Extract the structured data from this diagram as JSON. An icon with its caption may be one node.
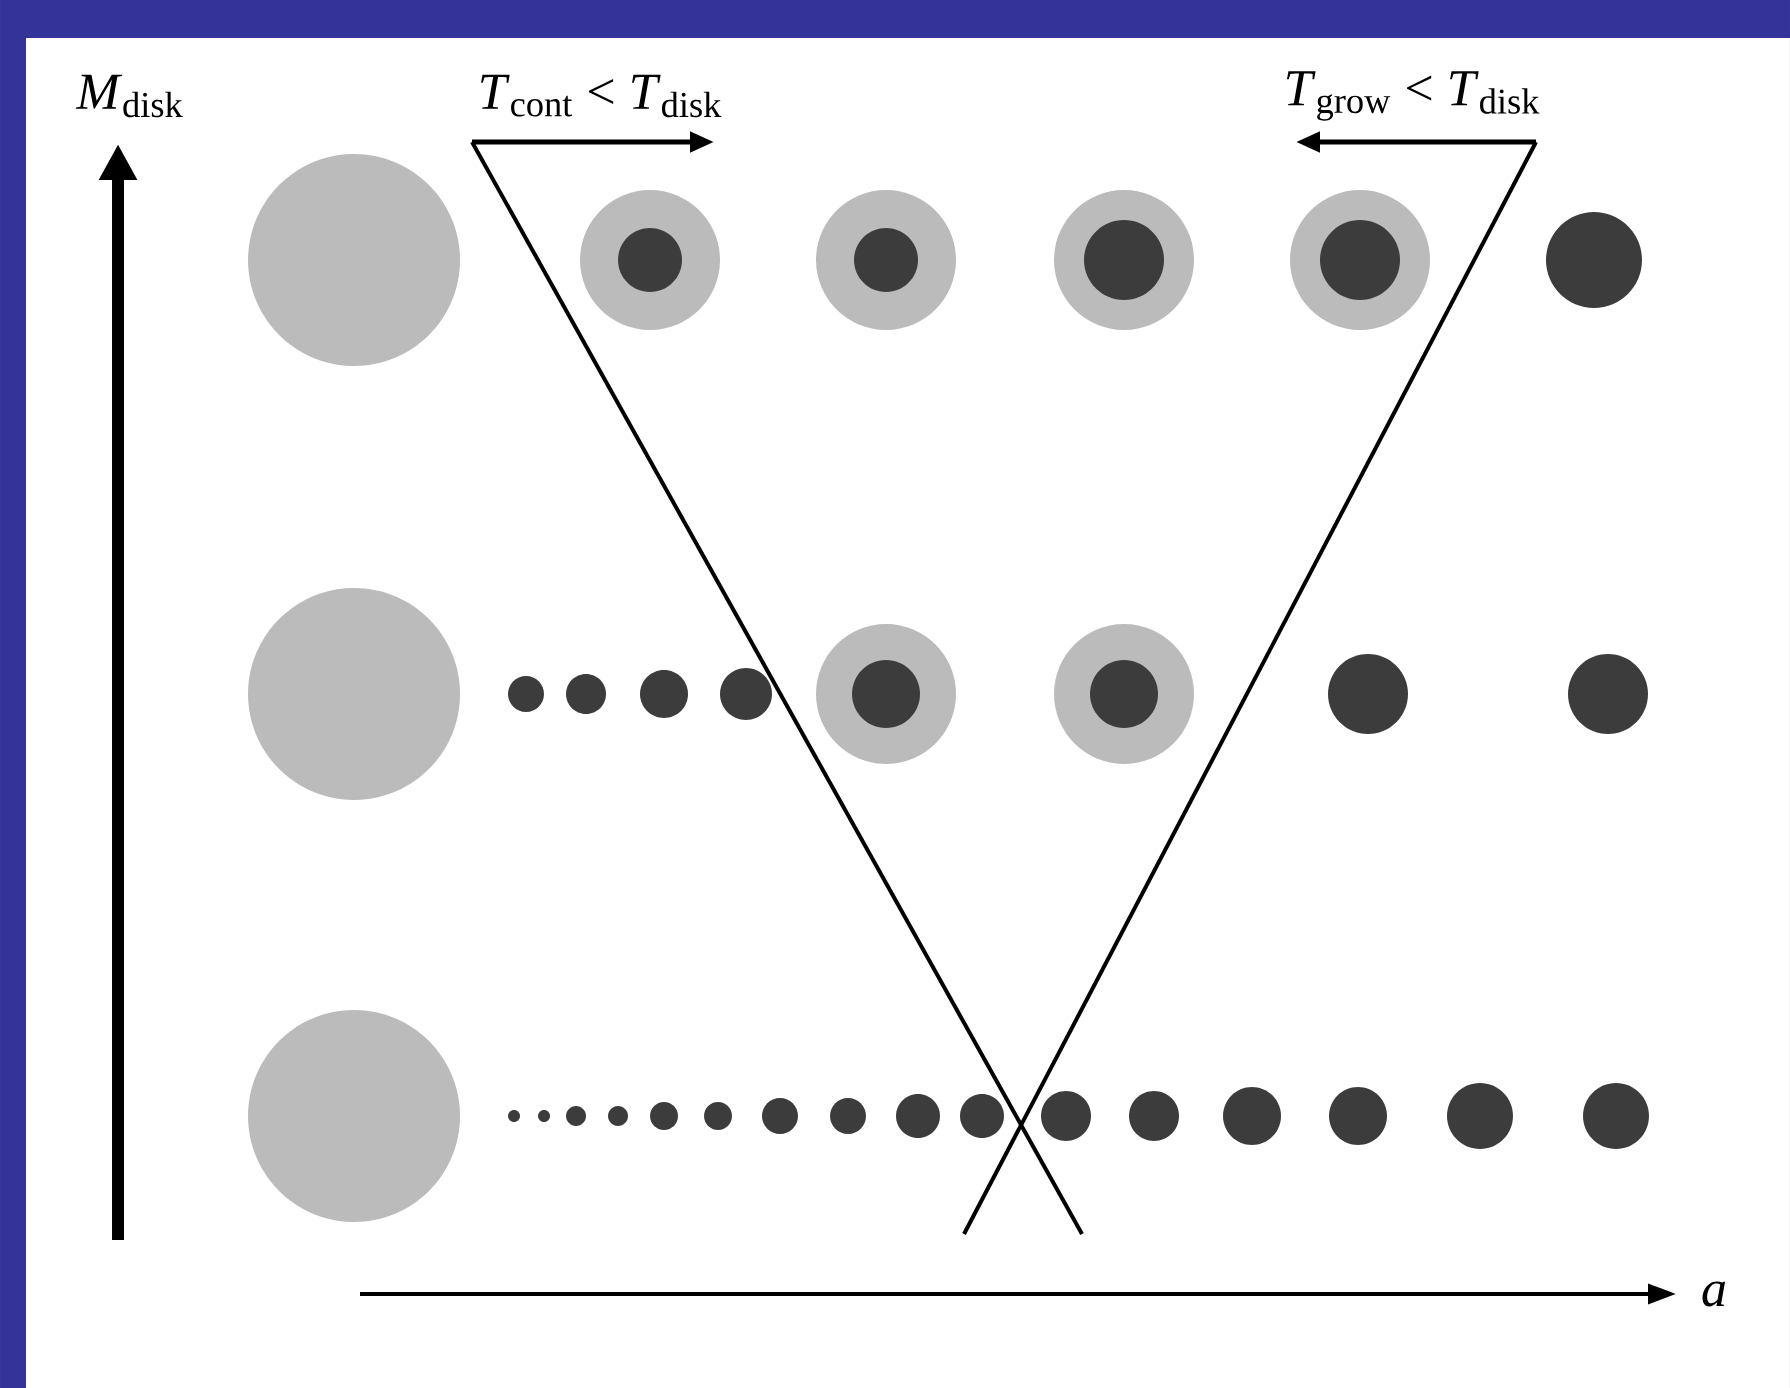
{
  "diagram": {
    "labels": [
      "*M*$_{disk}$",
      "*T*$_{cont}$ < *T*$_{disk}$",
      "*T*$_{grow}$ < *T*$_{disk}$",
      "*a*"
    ]
  }
}
